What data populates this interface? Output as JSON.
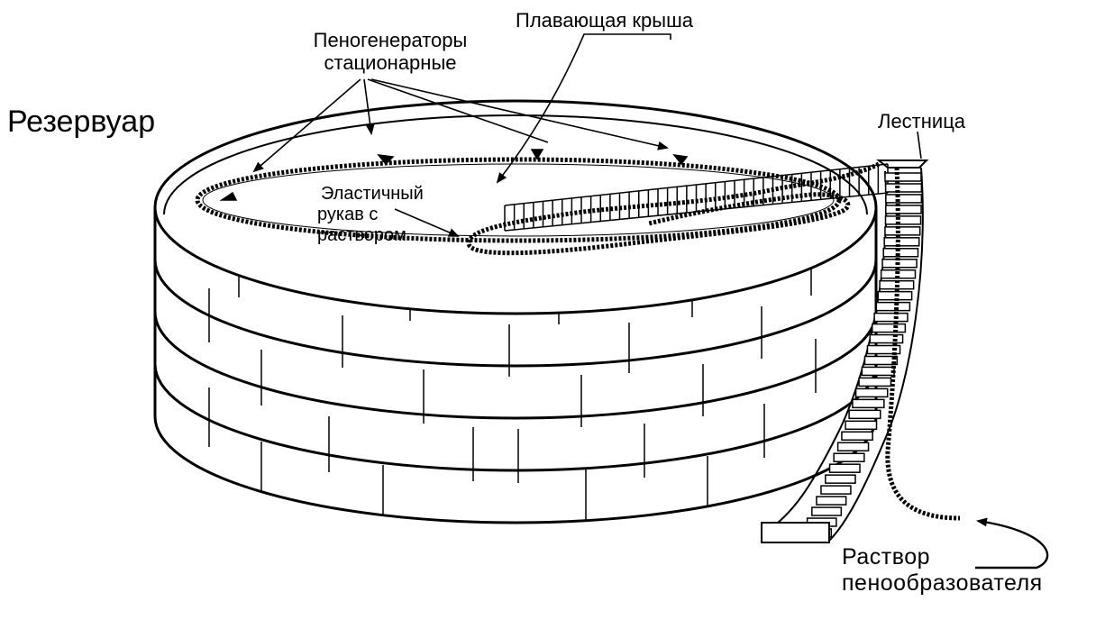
{
  "labels": {
    "reservoir": "Резервуар",
    "foam_generators_line1": "Пеногенераторы",
    "foam_generators_line2": "стационарные",
    "floating_roof": "Плавающая крыша",
    "ladder": "Лестница",
    "hose_line1": "Эластичный",
    "hose_line2": "рукав с",
    "hose_line3": "раствором",
    "solution_line1": "Раствор",
    "solution_line2": "пенообразователя"
  },
  "colors": {
    "ink": "#000000",
    "background": "#ffffff"
  }
}
